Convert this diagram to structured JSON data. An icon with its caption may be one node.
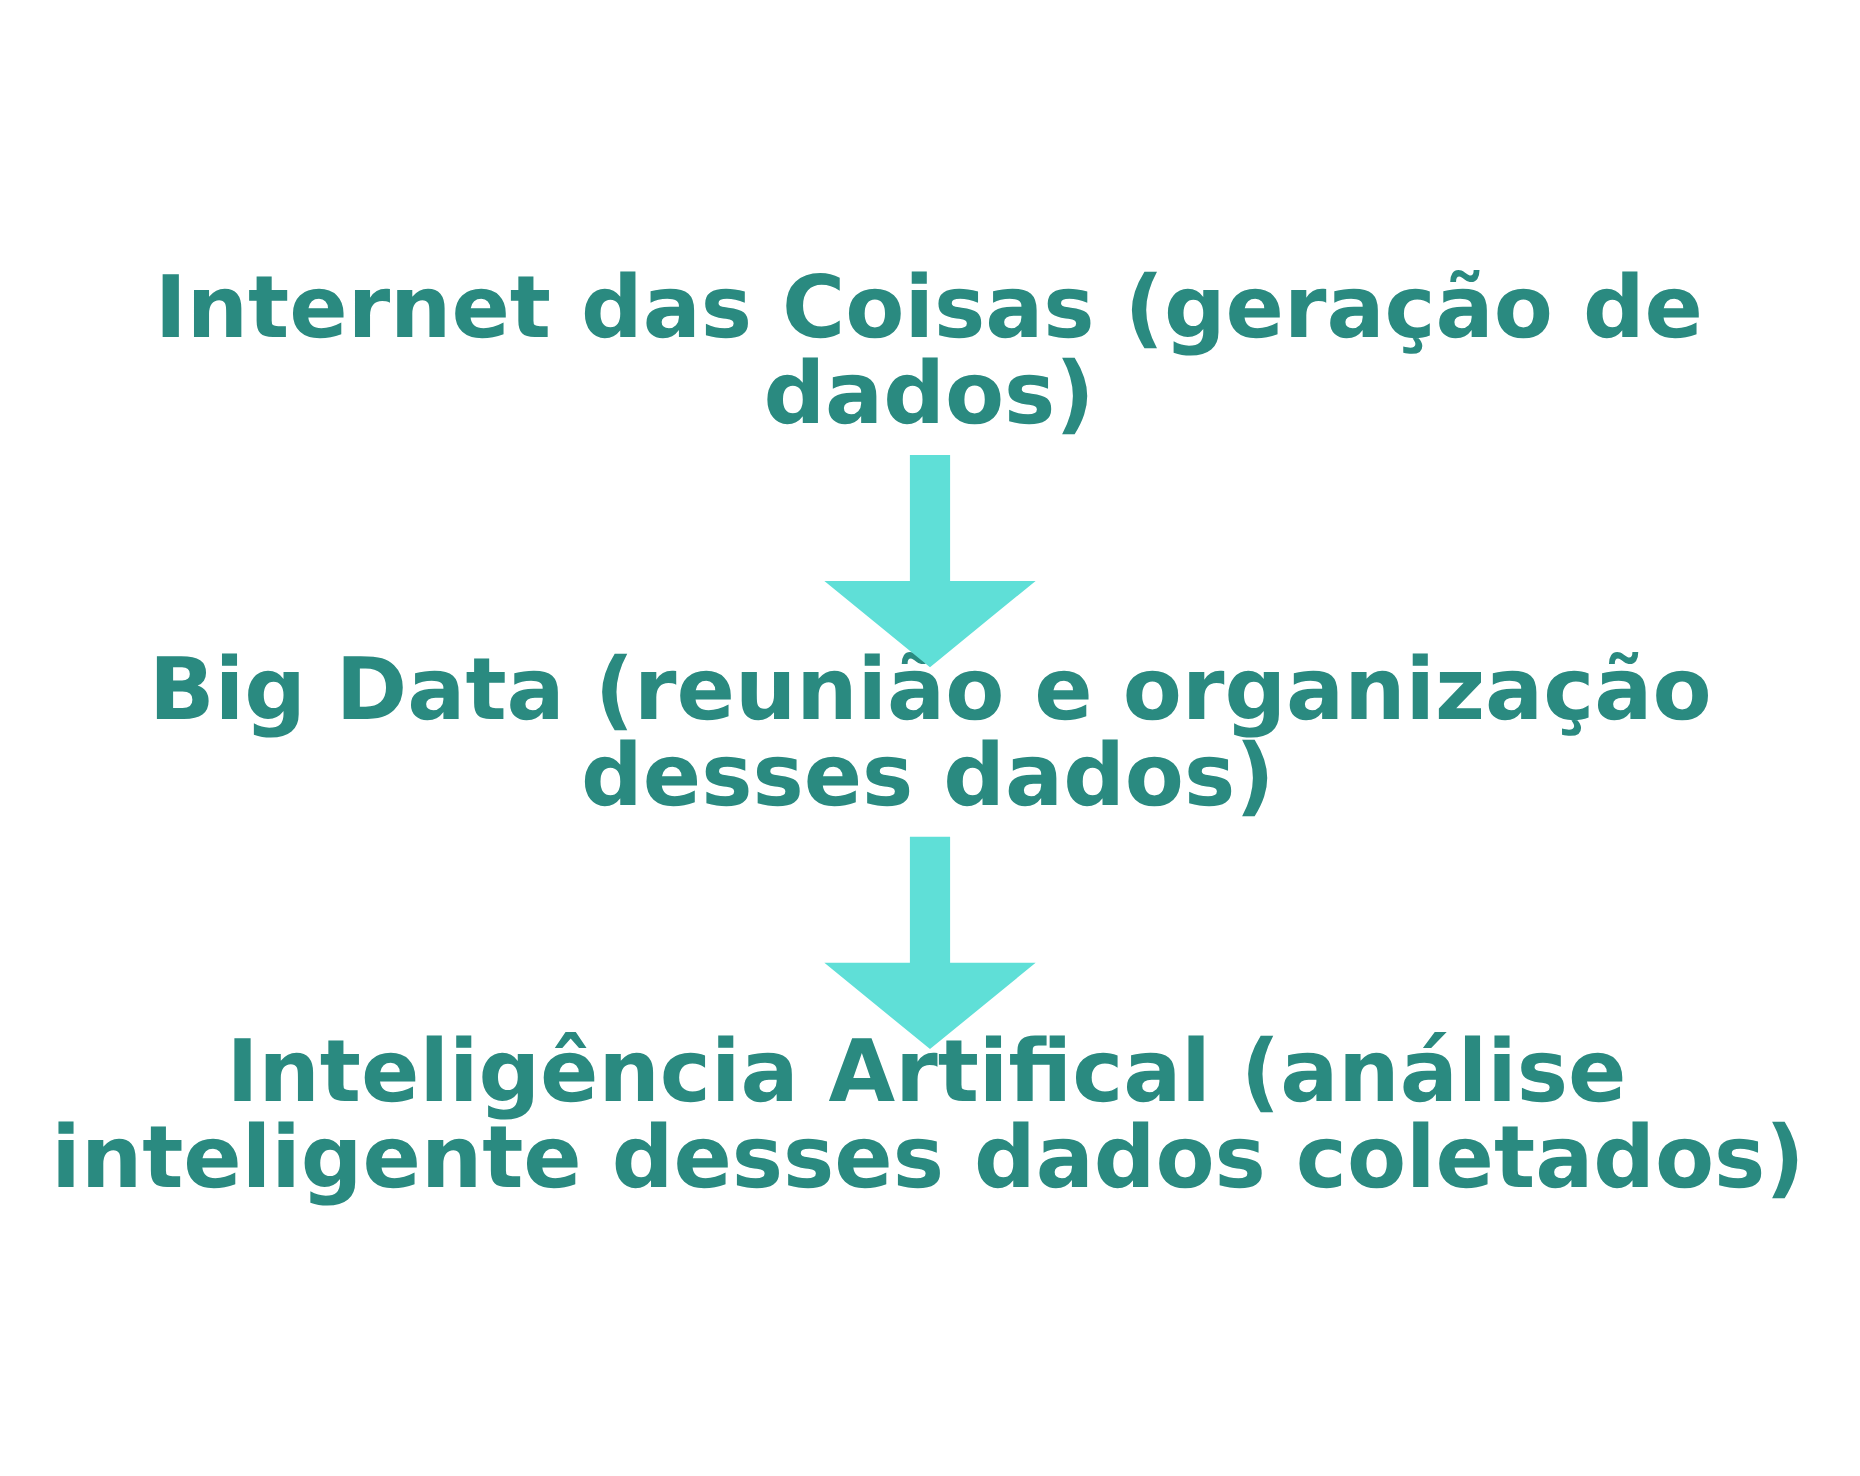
{
  "diagram": {
    "nodes": [
      {
        "text": [
          "Internet das Coisas (geração de dados)"
        ]
      },
      {
        "text": [
          "Big Data (reunião e organização desses dados)"
        ]
      },
      {
        "text": [
          "Inteligência Artifical (análise inteligente desses dados coletados)"
        ]
      }
    ],
    "edges": [
      {
        "from": 0,
        "to": 1,
        "arrow": "to"
      },
      {
        "from": 1,
        "to": 2,
        "arrow": "to"
      }
    ]
  }
}
